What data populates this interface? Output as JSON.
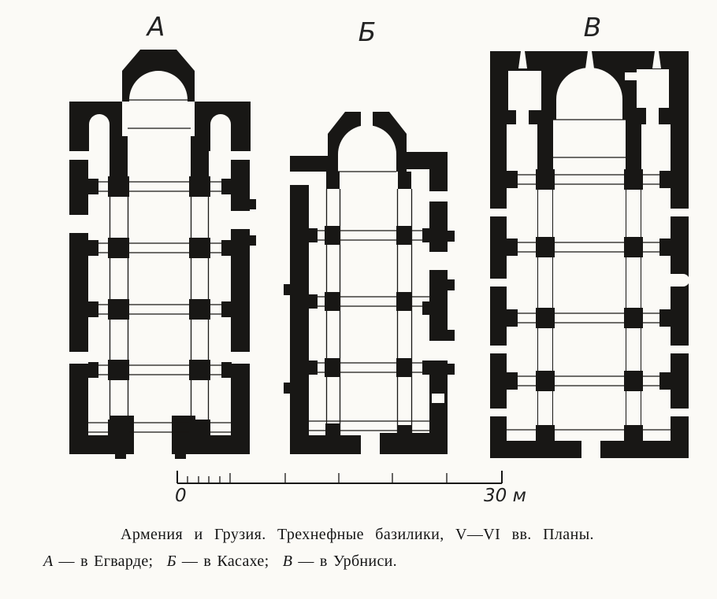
{
  "colors": {
    "ink": "#181715",
    "paper": "#fbfaf6"
  },
  "figure": {
    "plans": [
      {
        "label": "А"
      },
      {
        "label": "Б"
      },
      {
        "label": "В"
      }
    ]
  },
  "scale_bar": {
    "zero_label": "0",
    "end_label": "30 м"
  },
  "caption": {
    "line1": "Армения и Грузия. Трехнефные базилики, V—VI вв. Планы.",
    "line2": {
      "a_label": "А",
      "a_text": "— в Егварде;",
      "b_label": "Б",
      "b_text": "— в Касахе;",
      "v_label": "В",
      "v_text": "— в Урбниси."
    }
  }
}
